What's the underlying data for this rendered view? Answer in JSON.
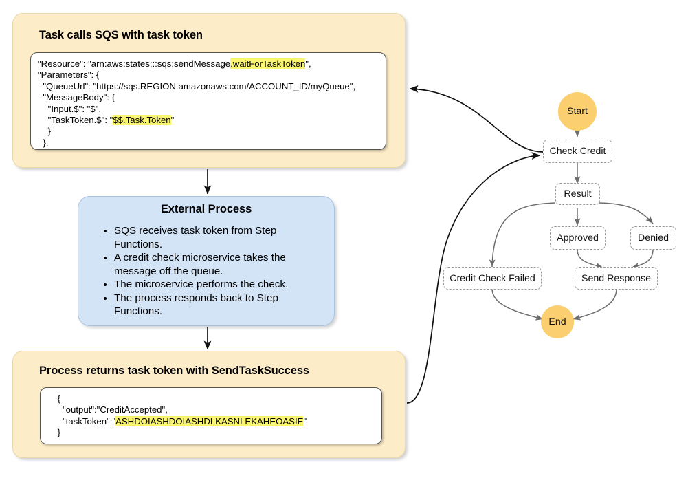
{
  "panels": {
    "task_call": {
      "title": "Task calls SQS with task token",
      "code_lines": [
        {
          "segments": [
            {
              "t": "\"Resource\": \"arn:aws:states:::sqs:sendMessage",
              "hl": false
            },
            {
              "t": ".waitForTaskToken",
              "hl": true
            },
            {
              "t": "\",",
              "hl": false
            }
          ]
        },
        {
          "segments": [
            {
              "t": "\"Parameters\": {",
              "hl": false
            }
          ]
        },
        {
          "segments": [
            {
              "t": "  \"QueueUrl\": \"https://sqs.REGION.amazonaws.com/ACCOUNT_ID/myQueue\",",
              "hl": false
            }
          ]
        },
        {
          "segments": [
            {
              "t": "  \"MessageBody\": {",
              "hl": false
            }
          ]
        },
        {
          "segments": [
            {
              "t": "    \"Input.$\": \"$\",",
              "hl": false
            }
          ]
        },
        {
          "segments": [
            {
              "t": "    \"TaskToken.$\": \"",
              "hl": false
            },
            {
              "t": "$$.Task.Token",
              "hl": true
            },
            {
              "t": "\"",
              "hl": false
            }
          ]
        },
        {
          "segments": [
            {
              "t": "    }",
              "hl": false
            }
          ]
        },
        {
          "segments": [
            {
              "t": "  },",
              "hl": false
            }
          ]
        }
      ]
    },
    "external_process": {
      "title": "External Process",
      "bullets": [
        "SQS receives task token from Step Functions.",
        "A credit check microservice takes the message off the queue.",
        "The microservice performs the check.",
        "The process responds back to Step Functions."
      ]
    },
    "send_task_success": {
      "title": "Process returns task token with SendTaskSuccess",
      "code_lines": [
        {
          "segments": [
            {
              "t": "    {",
              "hl": false
            }
          ]
        },
        {
          "segments": [
            {
              "t": "      \"output\":\"CreditAccepted\",",
              "hl": false
            }
          ]
        },
        {
          "segments": [
            {
              "t": "      \"taskToken\":\"",
              "hl": false
            },
            {
              "t": "ASHDOIASHDOIASHDLKASNLEKAHEOASIE",
              "hl": true
            },
            {
              "t": "\"",
              "hl": false
            }
          ]
        },
        {
          "segments": [
            {
              "t": "    }",
              "hl": false
            }
          ]
        }
      ]
    }
  },
  "state_machine": {
    "nodes": [
      {
        "id": "start",
        "label": "Start",
        "type": "terminal"
      },
      {
        "id": "check-credit",
        "label": "Check Credit",
        "type": "task"
      },
      {
        "id": "result",
        "label": "Result",
        "type": "choice"
      },
      {
        "id": "approved",
        "label": "Approved",
        "type": "task"
      },
      {
        "id": "denied",
        "label": "Denied",
        "type": "task"
      },
      {
        "id": "credit-check-failed",
        "label": "Credit Check Failed",
        "type": "task"
      },
      {
        "id": "send-response",
        "label": "Send Response",
        "type": "task"
      },
      {
        "id": "end",
        "label": "End",
        "type": "terminal"
      }
    ],
    "edges": [
      {
        "from": "start",
        "to": "check-credit"
      },
      {
        "from": "check-credit",
        "to": "result"
      },
      {
        "from": "result",
        "to": "approved"
      },
      {
        "from": "result",
        "to": "denied"
      },
      {
        "from": "result",
        "to": "credit-check-failed"
      },
      {
        "from": "approved",
        "to": "send-response"
      },
      {
        "from": "denied",
        "to": "send-response"
      },
      {
        "from": "credit-check-failed",
        "to": "end"
      },
      {
        "from": "send-response",
        "to": "end"
      }
    ]
  },
  "colors": {
    "panel_orange": "#fdecc8",
    "panel_blue": "#d4e4f7",
    "terminal_fill": "#fbce70",
    "highlight": "#faf56e",
    "node_border": "#9b9b9b"
  }
}
